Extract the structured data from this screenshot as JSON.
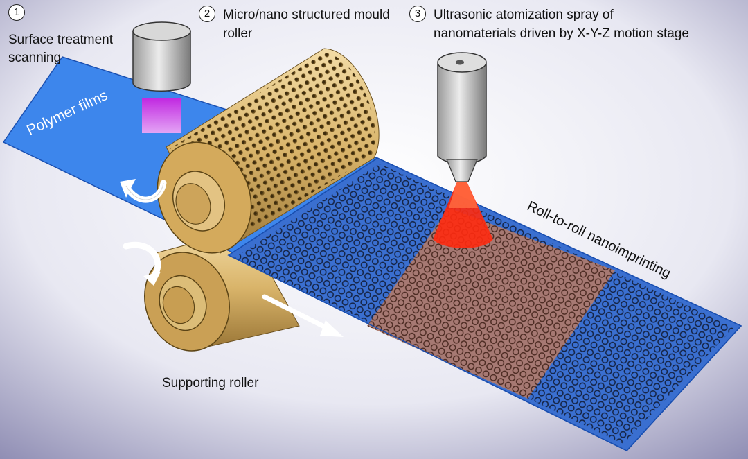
{
  "steps": [
    {
      "number": "1",
      "line1": "Surface treatment",
      "line2": "scanning"
    },
    {
      "number": "2",
      "line1": "Micro/nano structured mould",
      "line2": "roller"
    },
    {
      "number": "3",
      "line1": "Ultrasonic atomization spray of",
      "line2": "nanomaterials driven by X-Y-Z motion stage"
    }
  ],
  "labels": {
    "film": "Polymer films",
    "r2r": "Roll-to-roll nanoimprinting",
    "supporting": "Supporting roller"
  },
  "colors": {
    "film": "#3d86ec",
    "roller": "#d8b266",
    "uv_light": "#e040e8",
    "spray": "#ff2a10",
    "coated_region": "#b07a6a"
  },
  "icons": [
    "rotation-arrow-icon",
    "rotation-arrow-icon",
    "film-direction-arrow-icon"
  ]
}
